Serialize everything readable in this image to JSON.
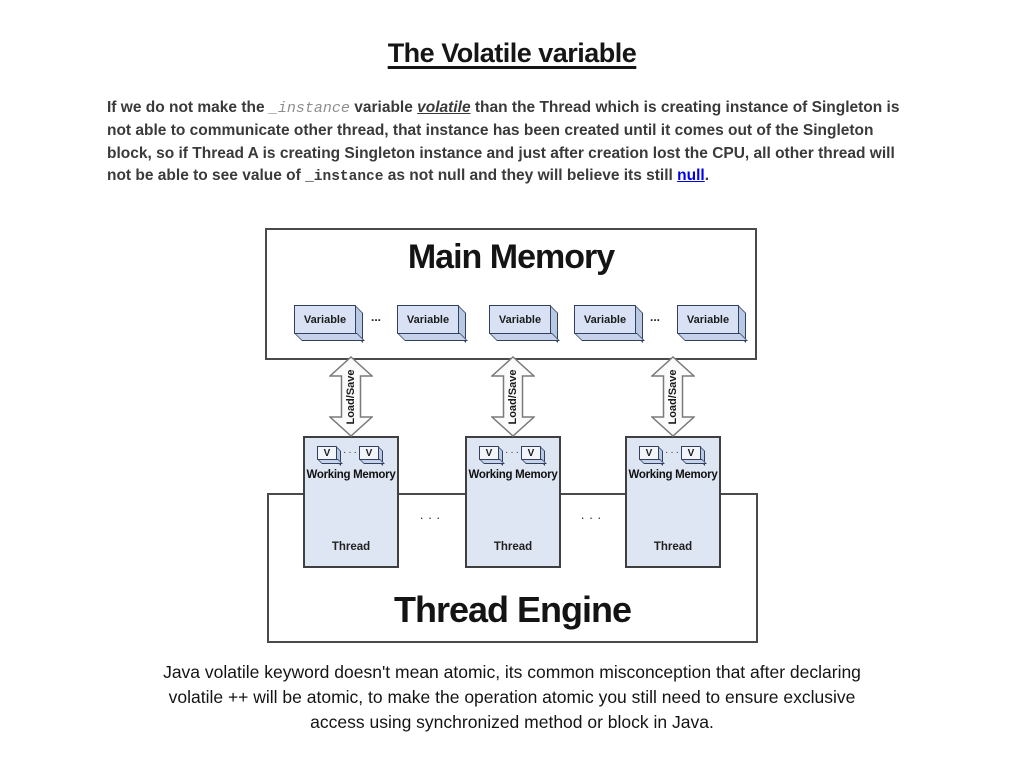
{
  "title": "The Volatile variable",
  "intro": {
    "seg1": "If we do not make the ",
    "code1": "_instance",
    "seg2": " variable ",
    "volatile_word": "volatile",
    "seg3": " than the Thread which is creating instance of Singleton is not able to communicate other thread, that instance has been created until it comes out of the Singleton block, so if Thread A is creating Singleton instance and just after creation lost the CPU, all other thread will not be able to see value of ",
    "code2": "_instance",
    "seg4": " as not null and they will believe its still ",
    "null_link": "null",
    "seg5": "."
  },
  "diagram": {
    "main_memory": {
      "title": "Main Memory",
      "variable_label": "Variable",
      "ellipsis": "..."
    },
    "arrow_label": "Load/Save",
    "working_memory": {
      "label": "Working Memory",
      "v_label": "V",
      "ellipsis": "···"
    },
    "thread_label": "Thread",
    "between_ellipsis": "···",
    "thread_engine": {
      "title": "Thread Engine"
    }
  },
  "footer": {
    "line1": "Java volatile keyword doesn't mean atomic, its common misconception that after declaring",
    "line2": "volatile ++ will be atomic, to make the operation atomic you still need to ensure exclusive",
    "line3": "access using synchronized method or block in Java."
  },
  "colors": {
    "link_blue": "#0000e8",
    "box_fill_light_blue": "#d8e2f4",
    "column_fill": "#dee6f3",
    "body_text": "#3a3a3a",
    "code_gray": "#8e8e8e",
    "border_dark": "#4a4a4a"
  }
}
